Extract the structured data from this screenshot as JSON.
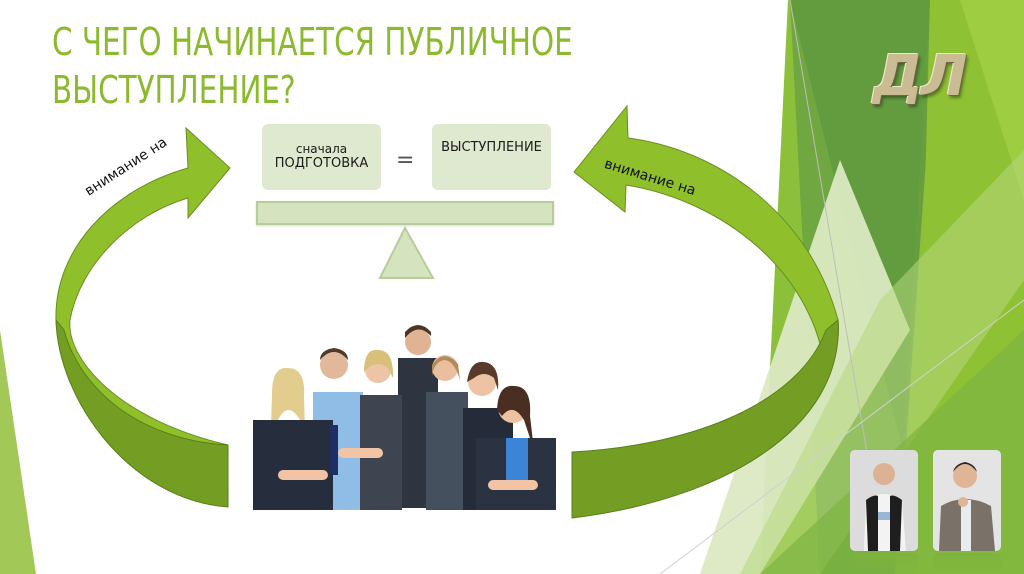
{
  "slide": {
    "title_line1": "С ЧЕГО НАЧИНАЕТСЯ ПУБЛИЧНОЕ",
    "title_line2": "ВЫСТУПЛЕНИЕ?",
    "logo_text": "ДЛ",
    "accent_color": "#8cba2e",
    "scale": {
      "left_box_small": "сначала",
      "left_box_big": "ПОДГОТОВКА",
      "equals": "=",
      "right_box": "ВЫСТУПЛЕНИЕ"
    },
    "arrows": {
      "left_label": "внимание на",
      "right_label": "внимание на"
    },
    "images": {
      "group_photo": "group of business people looking up",
      "author_photo_1": "man in vest",
      "author_photo_2": "man in grey suit"
    }
  }
}
